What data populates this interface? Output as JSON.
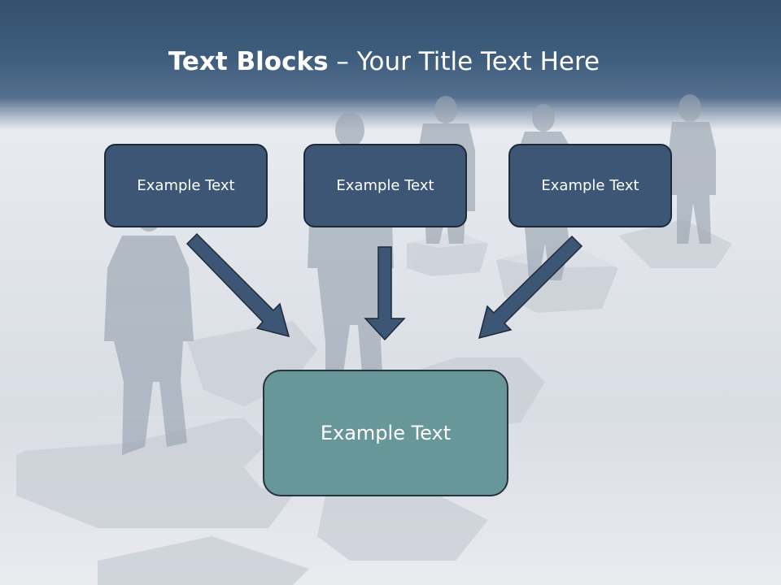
{
  "slide": {
    "title_bold": "Text Blocks",
    "title_rest": " – Your Title Text Here"
  },
  "blocks": [
    {
      "label": "Example Text"
    },
    {
      "label": "Example Text"
    },
    {
      "label": "Example Text"
    }
  ],
  "main_block": {
    "label": "Example Text"
  },
  "colors": {
    "header": "#3f5d7d",
    "block_fill": "#3d5675",
    "main_fill": "#679799",
    "arrow_fill": "#3d5675",
    "arrow_stroke": "#1e2a38"
  }
}
